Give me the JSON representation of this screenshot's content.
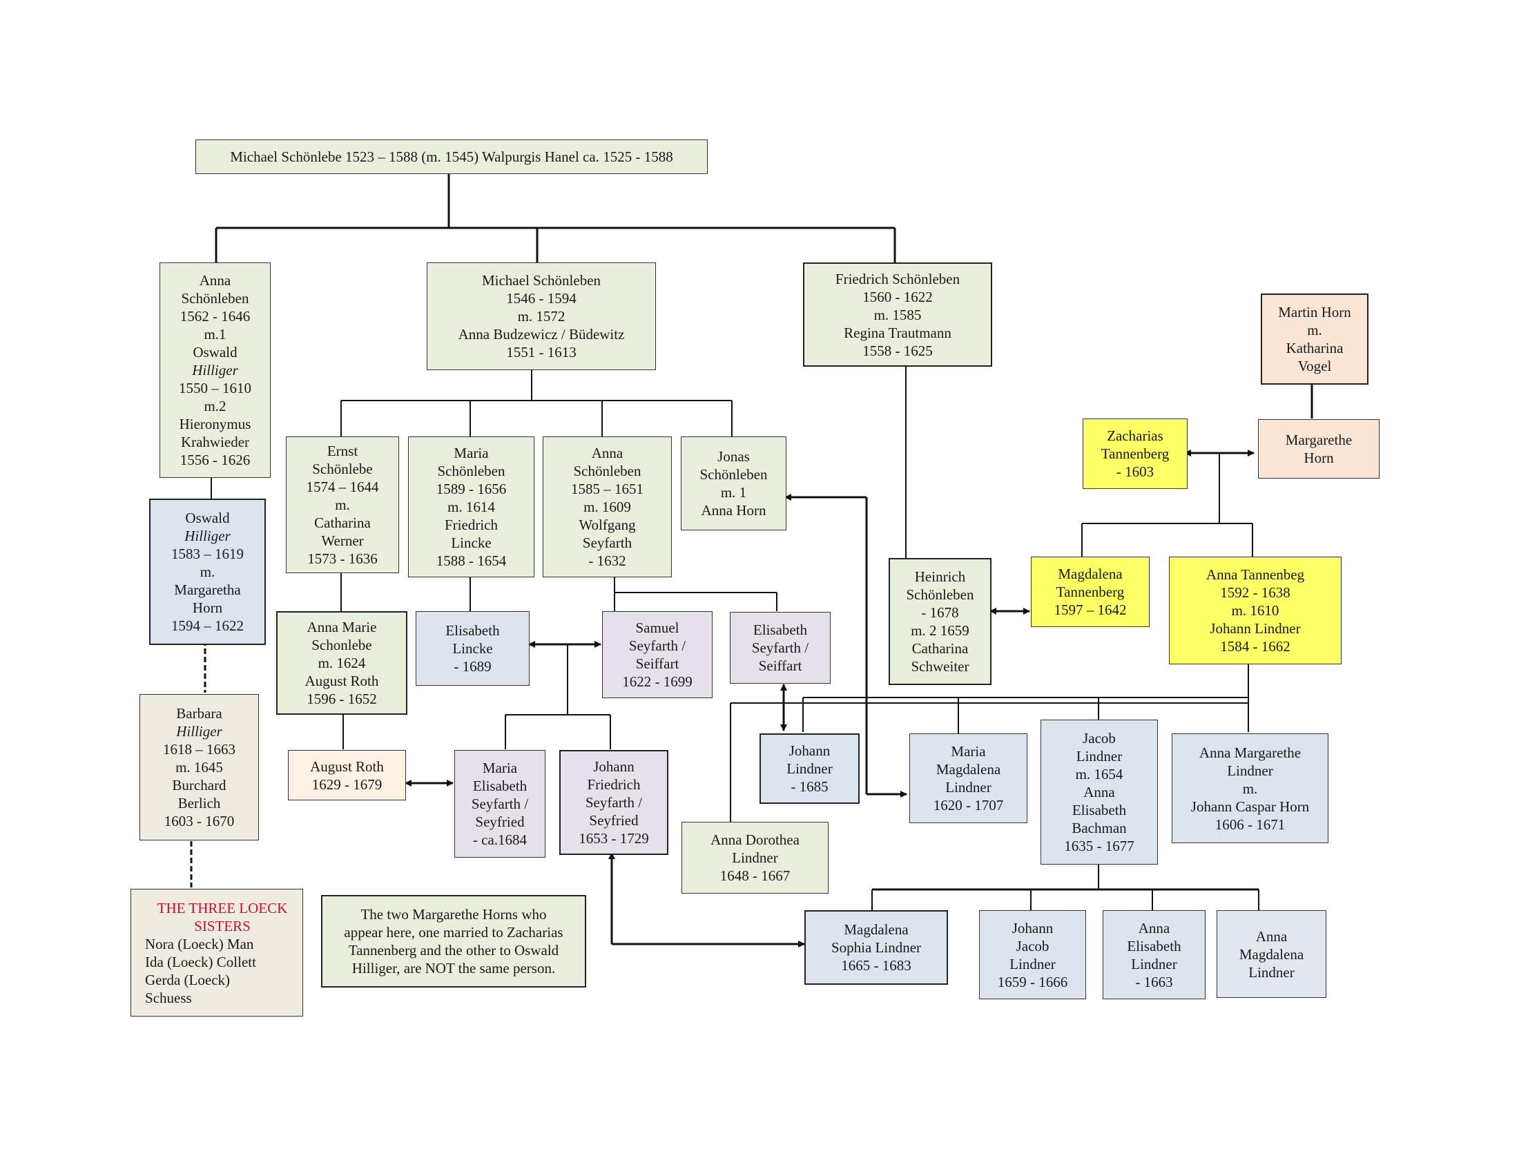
{
  "people": {
    "root": [
      "Michael Schönlebe 1523 – 1588 (m. 1545) Walpurgis Hanel ca. 1525 - 1588"
    ],
    "anna_schoenleben": [
      "Anna",
      "Schönleben",
      "1562 - 1646",
      "m.1",
      "Oswald",
      "Hilliger",
      "1550 – 1610",
      "m.2",
      "Hieronymus",
      "Krahwieder",
      "1556 - 1626"
    ],
    "michael_schoenleben": [
      "Michael Schönleben",
      "1546 - 1594",
      "m. 1572",
      "Anna Budzewicz / Büdewitz",
      "1551 - 1613"
    ],
    "friedrich_schoenleben": [
      "Friedrich Schönleben",
      "1560 - 1622",
      "m. 1585",
      "Regina Trautmann",
      "1558 - 1625"
    ],
    "martin_horn": [
      "Martin Horn",
      "m.",
      "Katharina",
      "Vogel"
    ],
    "zacharias_tannenberg": [
      "Zacharias",
      "Tannenberg",
      "- 1603"
    ],
    "margarethe_horn": [
      "Margarethe",
      "Horn"
    ],
    "oswald_hilliger": [
      "Oswald",
      "Hilliger",
      "1583 – 1619",
      "m.",
      "Margaretha",
      "Horn",
      "1594 – 1622"
    ],
    "ernst_schoenlebe": [
      "Ernst",
      "Schönlebe",
      "1574 – 1644",
      "m.",
      "Catharina",
      "Werner",
      "1573 - 1636"
    ],
    "maria_schoenleben": [
      "Maria",
      "Schönleben",
      "1589 - 1656",
      "m. 1614",
      "Friedrich",
      "Lincke",
      "1588 - 1654"
    ],
    "anna_schoenleben_2": [
      "Anna",
      "Schönleben",
      "1585 – 1651",
      "m. 1609",
      "Wolfgang",
      "Seyfarth",
      "- 1632"
    ],
    "jonas_schoenleben": [
      "Jonas",
      "Schönleben",
      "m. 1",
      "Anna Horn"
    ],
    "heinrich_schoenleben": [
      "Heinrich",
      "Schönleben",
      "- 1678",
      "m. 2 1659",
      "Catharina",
      "Schweiter"
    ],
    "magdalena_tannenberg": [
      "Magdalena",
      "Tannenberg",
      "1597 – 1642"
    ],
    "anna_tannenbeg": [
      "Anna Tannenbeg",
      "1592 - 1638",
      "m. 1610",
      "Johann Lindner",
      "1584 - 1662"
    ],
    "anna_marie_schonlebe": [
      "Anna Marie",
      "Schonlebe",
      "m. 1624",
      "August Roth",
      "1596 - 1652"
    ],
    "elisabeth_lincke": [
      "Elisabeth",
      "Lincke",
      "- 1689"
    ],
    "samuel_seyfarth": [
      "Samuel",
      "Seyfarth /",
      "Seiffart",
      "1622 - 1699"
    ],
    "elisabeth_seyfarth": [
      "Elisabeth",
      "Seyfarth /",
      "Seiffart"
    ],
    "barbara_hilliger": [
      "Barbara",
      "Hilliger",
      "1618 – 1663",
      "m. 1645",
      "Burchard",
      "Berlich",
      "1603 - 1670"
    ],
    "august_roth": [
      "August Roth",
      "1629 - 1679"
    ],
    "maria_elisabeth_seyfarth": [
      "Maria",
      "Elisabeth",
      "Seyfarth /",
      "Seyfried",
      "- ca.1684"
    ],
    "johann_friedrich_seyfarth": [
      "Johann",
      "Friedrich",
      "Seyfarth /",
      "Seyfried",
      "1653 - 1729"
    ],
    "johann_lindner": [
      "Johann",
      "Lindner",
      "- 1685"
    ],
    "maria_magdalena_lindner": [
      "Maria",
      "Magdalena",
      "Lindner",
      "1620 - 1707"
    ],
    "jacob_lindner": [
      "Jacob",
      "Lindner",
      "m. 1654",
      "Anna",
      "Elisabeth",
      "Bachman",
      "1635 - 1677"
    ],
    "anna_margarethe_lindner": [
      "Anna Margarethe",
      "Lindner",
      "m.",
      "Johann Caspar Horn",
      "1606 - 1671"
    ],
    "anna_dorothea_lindner": [
      "Anna Dorothea",
      "Lindner",
      "1648 - 1667"
    ],
    "magdalena_sophia_lindner": [
      "Magdalena",
      "Sophia Lindner",
      "1665 - 1683"
    ],
    "johann_jacob_lindner": [
      "Johann",
      "Jacob",
      "Lindner",
      "1659 - 1666"
    ],
    "anna_elisabeth_lindner": [
      "Anna",
      "Elisabeth",
      "Lindner",
      "- 1663"
    ],
    "anna_magdalena_lindner": [
      "Anna",
      "Magdalena",
      "Lindner"
    ]
  },
  "loeck": {
    "title": [
      "THE THREE LOECK",
      "SISTERS"
    ],
    "names": [
      "Nora (Loeck) Man",
      "Ida (Loeck) Collett",
      "Gerda (Loeck)",
      "Schuess"
    ]
  },
  "note": [
    "The two Margarethe Horns who",
    "appear here, one married to Zacharias",
    "Tannenberg and the other to Oswald",
    "Hilliger, are NOT the same person."
  ],
  "colors": {
    "green": "#e8efdd",
    "blue": "#dce4ee",
    "lavender": "#e6e0ea",
    "peach": "#fbe6d6",
    "yellow": "#ffff66",
    "beige": "#efebe0",
    "loeck_title": "#c8102e"
  }
}
